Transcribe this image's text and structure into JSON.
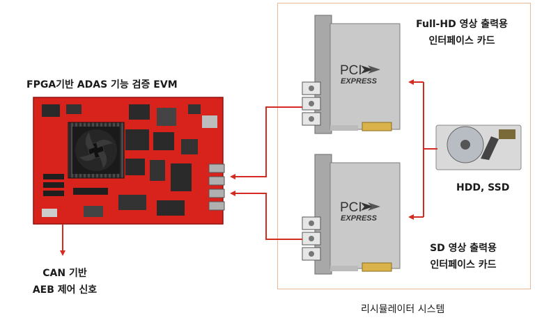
{
  "fpga_title": "FPGA기반 ADAS 기능 검증 EVM",
  "can_label": [
    "CAN 기반",
    "AEB 제어 신호"
  ],
  "card_top_label": [
    "Full-HD 영상 출력용",
    "인터페이스 카드"
  ],
  "card_bottom_label": [
    "SD 영상 출력용",
    "인터페이스 카드"
  ],
  "storage_label": "HDD, SSD",
  "system_label": "리시뮬레이터 시스템",
  "pci_top": {
    "brand": "PCI",
    "sub": "EXPRESS"
  },
  "pci_bottom": {
    "brand": "PCI",
    "sub": "EXPRESS"
  },
  "colors": {
    "arrow": "#d42a1f",
    "board": "#d8231d",
    "box_border": "#e8b796",
    "card": "#c9c9c9"
  }
}
